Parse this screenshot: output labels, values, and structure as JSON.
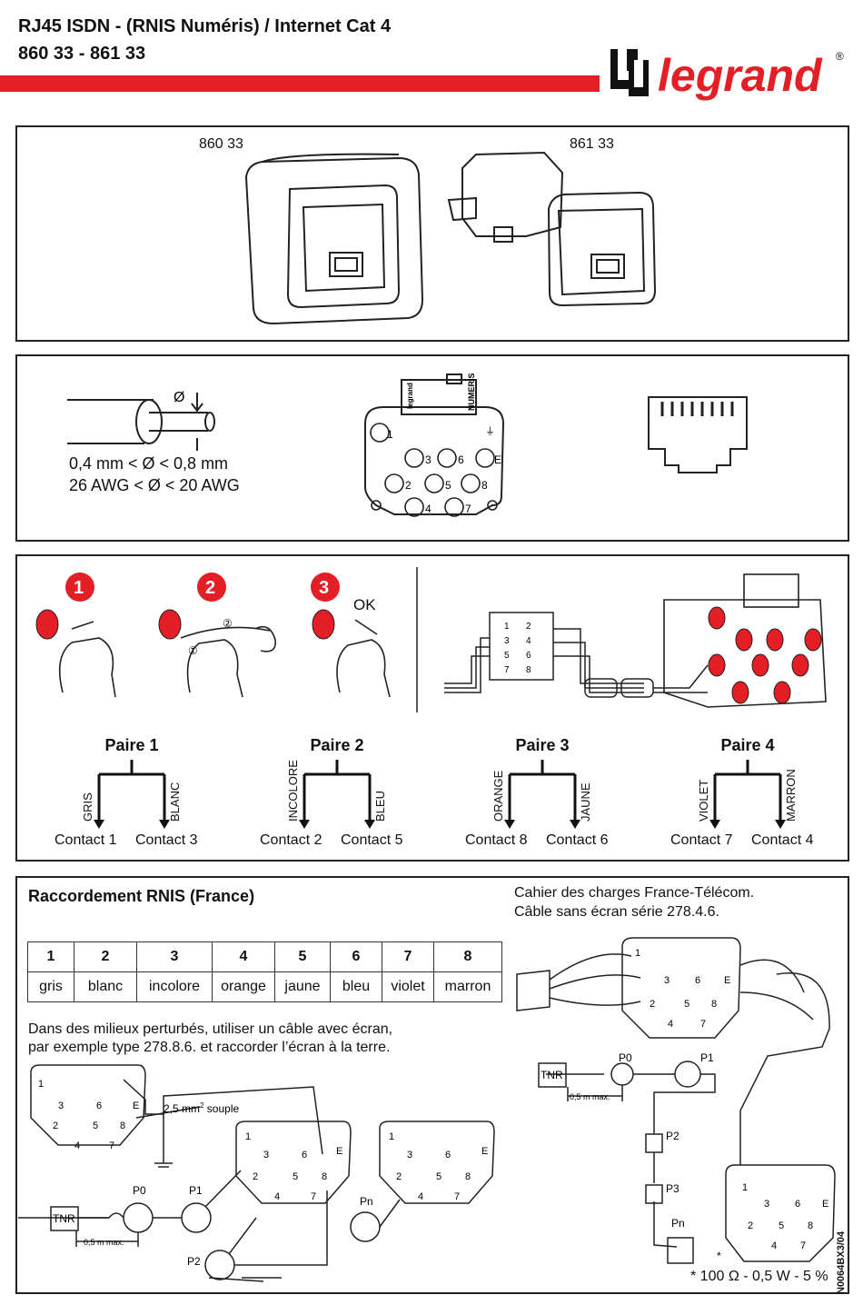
{
  "header": {
    "title_line1": "RJ45 ISDN - (RNIS Numéris) / Internet Cat 4",
    "title_line2": "860 33 - 861 33",
    "logo_text": "legrand",
    "logo_mark": "®",
    "accent_color": "#e31e24"
  },
  "panel1": {
    "ref_a": "860 33",
    "ref_b": "861 33"
  },
  "panel2": {
    "diameter_symbol": "Ø",
    "spec_mm": "0,4 mm < Ø < 0,8 mm",
    "spec_awg": "26 AWG < Ø < 20 AWG",
    "brand_small": "legrand",
    "numeris": "NUMERIS",
    "ground": "⏚",
    "pins": [
      "1",
      "3",
      "6",
      "E",
      "2",
      "5",
      "8",
      "4",
      "7"
    ]
  },
  "panel3": {
    "steps": [
      "1",
      "2",
      "3"
    ],
    "ok_label": "OK",
    "sub_steps": [
      "①",
      "②"
    ],
    "pairs": [
      {
        "title": "Paire 1",
        "left_color": "GRIS",
        "right_color": "BLANC",
        "left_contact": "Contact 1",
        "right_contact": "Contact 3"
      },
      {
        "title": "Paire 2",
        "left_color": "INCOLORE",
        "right_color": "BLEU",
        "left_contact": "Contact 2",
        "right_contact": "Contact 5"
      },
      {
        "title": "Paire 3",
        "left_color": "ORANGE",
        "right_color": "JAUNE",
        "left_contact": "Contact 8",
        "right_contact": "Contact 6"
      },
      {
        "title": "Paire 4",
        "left_color": "VIOLET",
        "right_color": "MARRON",
        "left_contact": "Contact 7",
        "right_contact": "Contact 4"
      }
    ],
    "connector_numbers": [
      "1",
      "2",
      "3",
      "4",
      "5",
      "6",
      "7",
      "8"
    ]
  },
  "panel4": {
    "heading": "Raccordement RNIS (France)",
    "table_headers": [
      "1",
      "2",
      "3",
      "4",
      "5",
      "6",
      "7",
      "8"
    ],
    "table_values": [
      "gris",
      "blanc",
      "incolore",
      "orange",
      "jaune",
      "bleu",
      "violet",
      "marron"
    ],
    "note_line1": "Dans des milieux perturbés, utiliser un câble avec écran,",
    "note_line2": "par exemple type 278.8.6. et raccorder l’écran à la terre.",
    "spec_line1": "Cahier des charges France-Télécom.",
    "spec_line2": "Câble sans écran série 278.4.6.",
    "wire_label": "2,5 mm",
    "wire_sup": "2",
    "wire_suffix": " souple",
    "tnr": "TNR",
    "dist": "0,5 m max.",
    "p0": "P0",
    "p1": "P1",
    "p2": "P2",
    "p3": "P3",
    "pn": "Pn",
    "resistor_note": "* 100 Ω - 0,5 W - 5 %",
    "asterisk": "*",
    "doc_code": "N0064BX3/04"
  }
}
